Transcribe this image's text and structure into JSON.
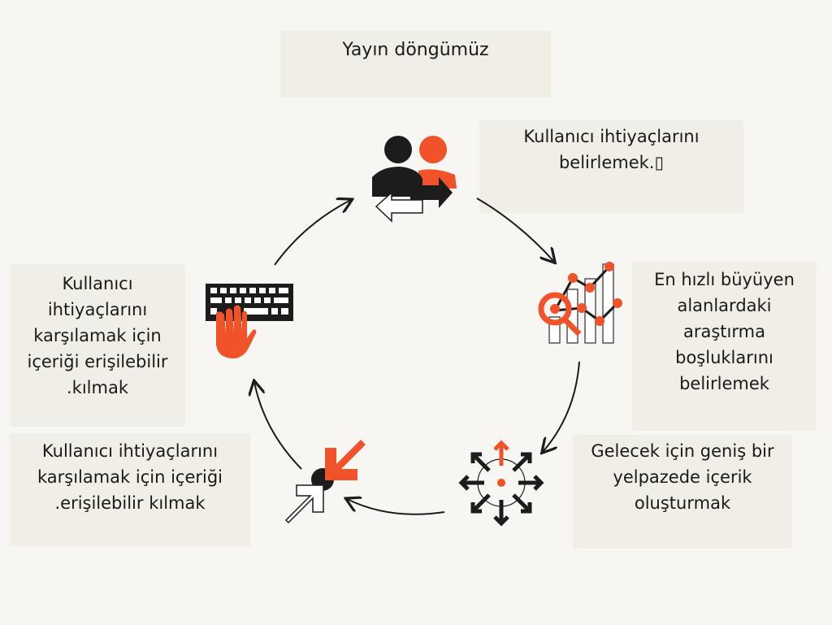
{
  "title": "Yayın döngümüz",
  "steps": [
    {
      "lines": [
        "Kullanıcı ihtiyaçlarını",
        "belirlemek.▯"
      ]
    },
    {
      "lines": [
        "En hızlı büyüyen",
        "alanlardaki",
        "araştırma",
        "boşluklarını",
        "belirlemek"
      ]
    },
    {
      "lines": [
        "Gelecek için geniş bir",
        "yelpazede içerik",
        "oluşturmak"
      ]
    },
    {
      "lines": [
        "Kullanıcı ihtiyaçlarını",
        "karşılamak için içeriği",
        ".erişilebilir kılmak"
      ]
    },
    {
      "lines": [
        "Kullanıcı",
        "ihtiyaçlarını",
        "karşılamak için",
        "içeriği erişilebilir",
        ".kılmak"
      ]
    }
  ],
  "colors": {
    "accent": "#f0532a",
    "dark": "#1c1c1c",
    "box": "#f1eee6",
    "background": "#f8f6f2"
  }
}
